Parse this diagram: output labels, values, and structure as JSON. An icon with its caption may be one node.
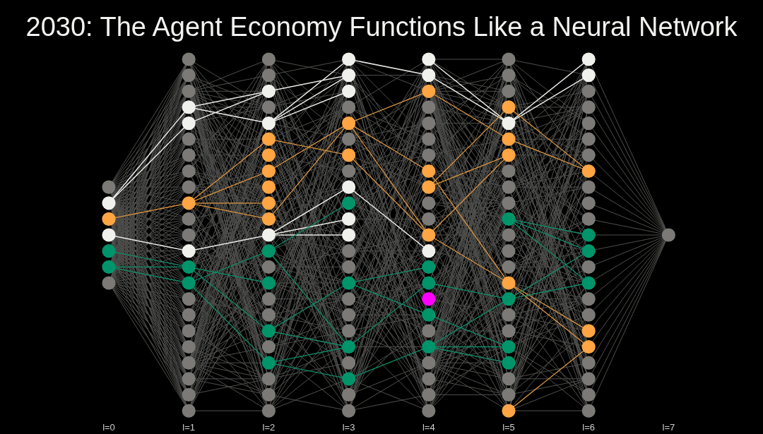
{
  "diagram": {
    "title": "2030: The Agent Economy Functions Like a Neural Network",
    "labels": [
      "l=0",
      "l=1",
      "l=2",
      "l=3",
      "l=4",
      "l=5",
      "l=6",
      "l=7"
    ]
  }
}
